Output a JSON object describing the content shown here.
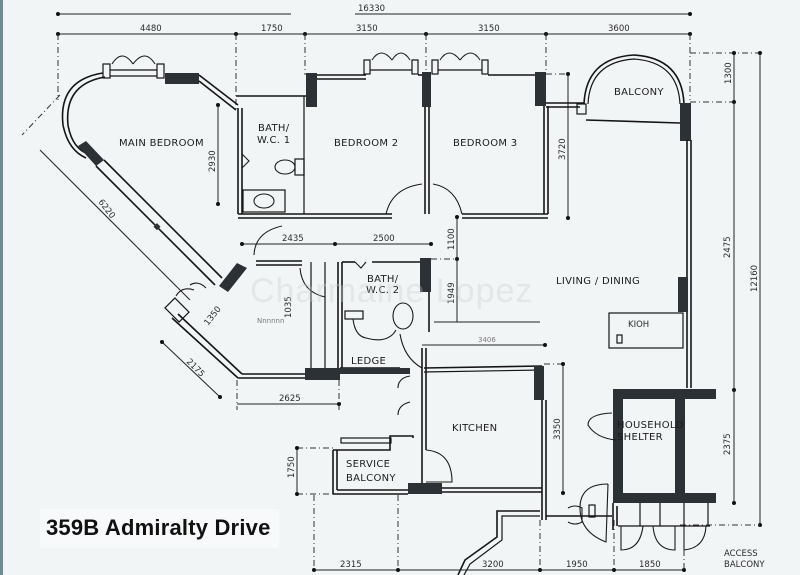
{
  "title": "359B Admiralty Drive",
  "watermark": "Charmaine Lopez",
  "rooms": {
    "main_bedroom": "MAIN BEDROOM",
    "bath_wc_1_line1": "BATH/",
    "bath_wc_1_line2": "W.C. 1",
    "bedroom_2": "BEDROOM 2",
    "bedroom_3": "BEDROOM 3",
    "balcony": "BALCONY",
    "living_dining": "LIVING / DINING",
    "bath_wc_2_line1": "BATH/",
    "bath_wc_2_line2": "W.C. 2",
    "ledge": "LEDGE",
    "kitchen": "KITCHEN",
    "service_balcony_line1": "SERVICE",
    "service_balcony_line2": "BALCONY",
    "household_shelter_line1": "HOUSEHOLD",
    "household_shelter_line2": "SHELTER",
    "access_balcony_line1": "ACCESS",
    "access_balcony_line2": "BALCONY",
    "unlabeled_room": "Nnnnnn",
    "kitchen_counter": "KIOH"
  },
  "dimensions": {
    "overall_width": "16330",
    "top": [
      "4480",
      "1750",
      "3150",
      "3150",
      "3600"
    ],
    "bottom": [
      "2315",
      "3200",
      "1950",
      "1850"
    ],
    "right_overall": "12160",
    "right": [
      "1300",
      "2475",
      "2375"
    ],
    "main_bedroom_diagonal": "6220",
    "bath1_height": "2930",
    "bedroom3_height": "3720",
    "mid_horizontal": [
      "2435",
      "2500"
    ],
    "corridor_1100": "1100",
    "bath2_1949": "1949",
    "kitchen_top": "3406",
    "kitchen_height": "3350",
    "service_balcony_height": "1750",
    "left_room_1350": "1350",
    "left_room_2175": "2175",
    "left_room_2625": "2625",
    "left_room_1035": "1035"
  },
  "colors": {
    "background": "#f2f5f6",
    "line": "#151515",
    "column_fill": "#2b3134",
    "frame_edge": "#6f8c8e"
  }
}
